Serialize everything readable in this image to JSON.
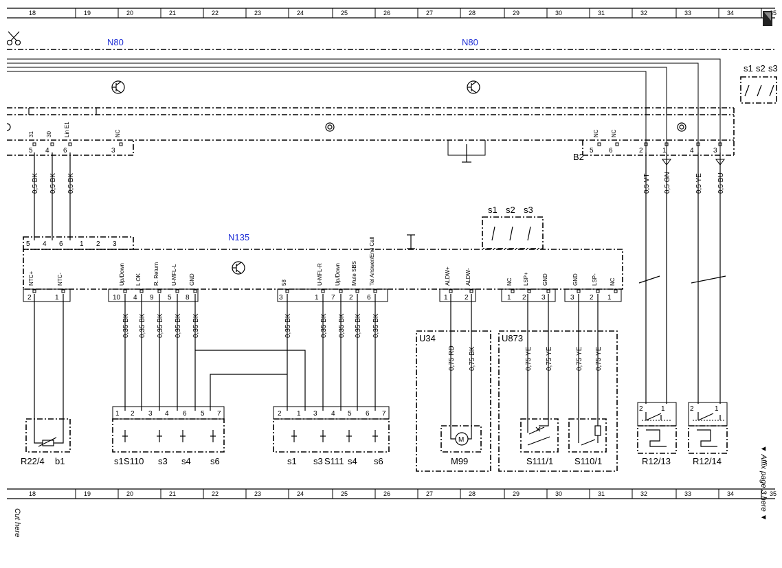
{
  "ruler": {
    "columns": [
      "18",
      "19",
      "20",
      "21",
      "22",
      "23",
      "24",
      "25",
      "26",
      "27",
      "28",
      "29",
      "30",
      "31",
      "32",
      "33",
      "34",
      "35"
    ]
  },
  "side_text": {
    "cut_here": "Cut here",
    "affix_here": "▼ Affix page 3 here ▼"
  },
  "units": {
    "n80_left": "N80",
    "n80_right": "N80",
    "n135": "N135",
    "b2": "B2",
    "u34": "U34",
    "u873": "U873",
    "m99": "M99",
    "r22_4": "R22/4",
    "b1": "b1",
    "s110": "S110",
    "s111": "S111",
    "s111_1": "S111/1",
    "s110_1": "S110/1",
    "r12_13": "R12/13",
    "r12_14": "R12/14",
    "motor": "M"
  },
  "switch_labels": {
    "top_right": [
      "s1",
      "s2",
      "s3"
    ],
    "mid": [
      "s1",
      "s2",
      "s3"
    ],
    "s110_left": "s1",
    "s110_s3": "s3",
    "s110_s4": "s4",
    "s110_s6": "s6",
    "s111_s1": "s1",
    "s111_s3": "s3",
    "s111_s4": "s4",
    "s111_s6": "s6"
  },
  "n80_pins_left": {
    "signals": [
      "31",
      "30",
      "Lin E1",
      "NC"
    ],
    "pins": [
      "5",
      "4",
      "6",
      "3"
    ]
  },
  "b2_pins": {
    "signals": [
      "NC",
      "NC"
    ],
    "pins": [
      "5",
      "6",
      "2",
      "1",
      "4",
      "3"
    ]
  },
  "wires_top": {
    "left": [
      "0,5 BK",
      "0,5 BK",
      "0,5 BK"
    ],
    "right": [
      "0,5 VT",
      "0,5 GN",
      "0,5 YE",
      "0,5 BU"
    ]
  },
  "n135_top_pins": [
    "5",
    "4",
    "6",
    "1",
    "2",
    "3"
  ],
  "n135_signals": [
    "NTC+",
    "NTC-",
    "Up/Down",
    "L OK",
    "R. Return",
    "U-MFL-L",
    "GND",
    "58",
    "U-MFL-R",
    "Up/Down",
    "Mute SBS",
    "Tel Answer/End Call",
    "ALDW+",
    "ALDW-",
    "NC",
    "LSP+",
    "GND",
    "GND",
    "LSP-",
    "NC"
  ],
  "n135_pins": [
    "2",
    "1",
    "10",
    "4",
    "9",
    "5",
    "8",
    "3",
    "1",
    "7",
    "2",
    "6",
    "1",
    "2",
    "1",
    "2",
    "3",
    "3",
    "2",
    "1"
  ],
  "wires_bottom": [
    "0,35 BK",
    "0,35 BK",
    "0,35 BK",
    "0,35 BK",
    "0,35 BK",
    "0,35 BK",
    "0,35 BK",
    "0,35 BK",
    "0,35 BK",
    "0,35 BK"
  ],
  "wires_u34": [
    "0,75 RD",
    "0,75 BK"
  ],
  "wires_u873": [
    "0,75 YE",
    "0,75 YE",
    "0,75 YE",
    "0,75 YE"
  ],
  "s110_pins": [
    "1",
    "2",
    "3",
    "4",
    "6",
    "5",
    "7"
  ],
  "s111_pins": [
    "2",
    "1",
    "3",
    "4",
    "5",
    "6",
    "7"
  ],
  "r12_pins": [
    "2",
    "1",
    "2",
    "1"
  ]
}
